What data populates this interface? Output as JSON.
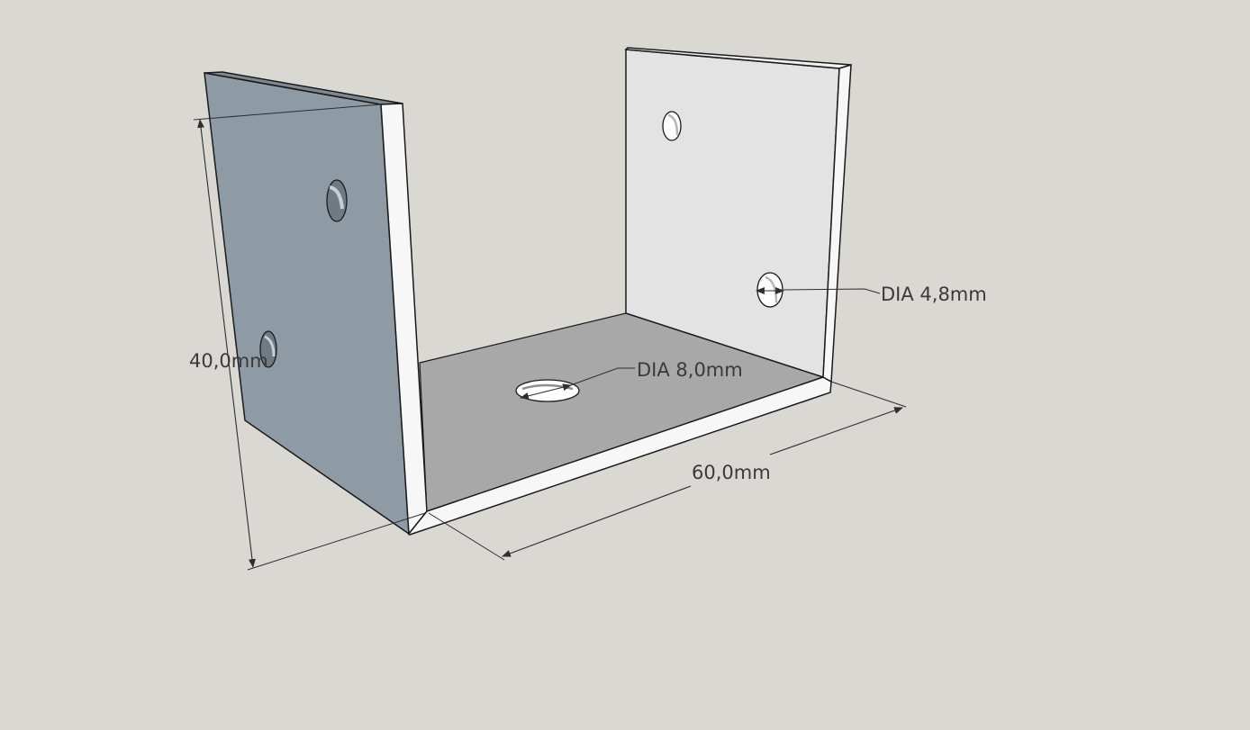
{
  "scene": {
    "background_color": "#d9d8d3",
    "colors": {
      "back_face": "#8f9ba4",
      "front_face": "#e3e3e3",
      "floor": "#a8a8a8",
      "edge": "#f7f7f7",
      "line": "#1a1a1a",
      "dimension_line": "#2e2e2e",
      "text": "#3a3a3a"
    }
  },
  "dimensions": {
    "height": {
      "label": "40,0mm"
    },
    "length": {
      "label": "60,0mm"
    },
    "hole_large": {
      "label": "DIA 8,0mm"
    },
    "hole_small": {
      "label": "DIA 4,8mm"
    }
  }
}
